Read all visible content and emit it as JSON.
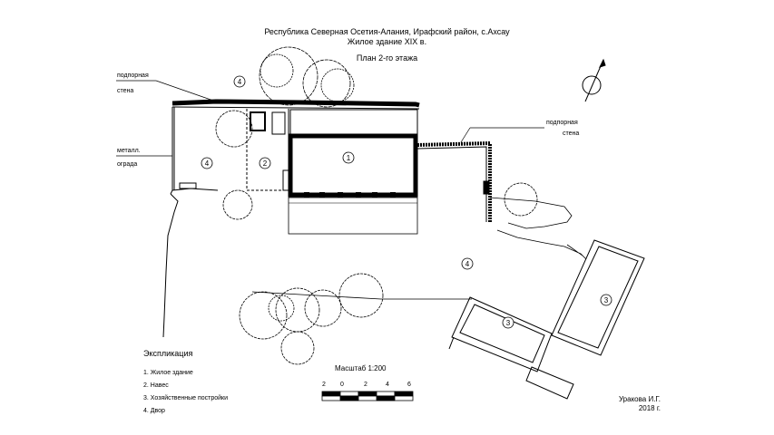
{
  "header": {
    "line1": "Республика Северная Осетия-Алания, Ирафский район, с.Ахсау",
    "line2": "Жилое здание XIX в.",
    "line3": "План 2-го этажа"
  },
  "annotations": {
    "retaining_wall_left": [
      "подпорная",
      "стена"
    ],
    "retaining_wall_right": [
      "подпорная",
      "стена"
    ],
    "metal_fence": [
      "металл.",
      "ограда"
    ]
  },
  "zone_markers": [
    "1",
    "2",
    "3",
    "3",
    "4",
    "4",
    "4"
  ],
  "legend": {
    "title": "Экспликация",
    "items": [
      "1. Жилое здание",
      "2. Навес",
      "3. Хозяйственные постройки",
      "4. Двор"
    ]
  },
  "scale": {
    "title": "Масштаб 1:200",
    "ticks": [
      "2",
      "0",
      "2",
      "4",
      "6"
    ]
  },
  "author": {
    "name": "Уракова И.Г.",
    "year": "2018 г."
  }
}
